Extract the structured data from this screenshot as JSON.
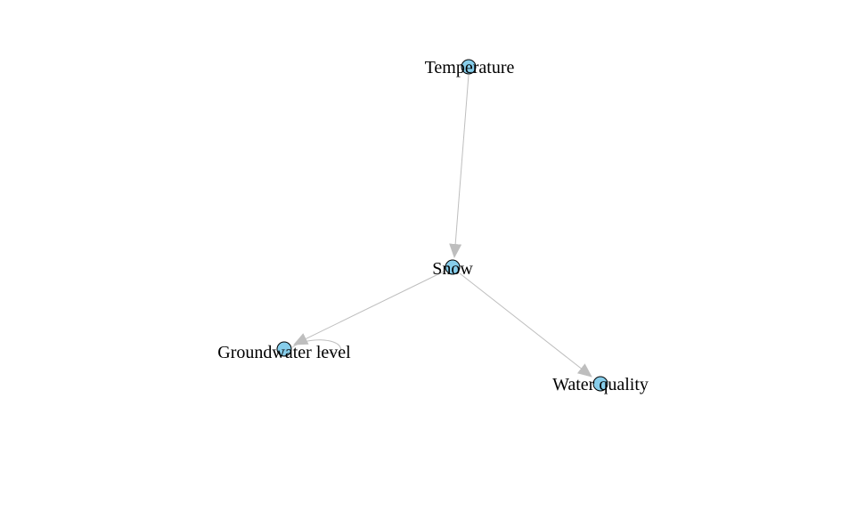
{
  "graph": {
    "node_color": "#87ceeb",
    "node_border_color": "#000000",
    "edge_color": "#bebebe",
    "nodes": [
      {
        "id": "temperature",
        "label": "Temperature"
      },
      {
        "id": "snow",
        "label": "Snow"
      },
      {
        "id": "groundwater",
        "label": "Groundwater level"
      },
      {
        "id": "water_quality",
        "label": "Water quality"
      }
    ],
    "edges": [
      {
        "from": "temperature",
        "to": "snow"
      },
      {
        "from": "snow",
        "to": "groundwater"
      },
      {
        "from": "snow",
        "to": "water_quality"
      },
      {
        "from": "groundwater",
        "to": "groundwater"
      }
    ]
  }
}
